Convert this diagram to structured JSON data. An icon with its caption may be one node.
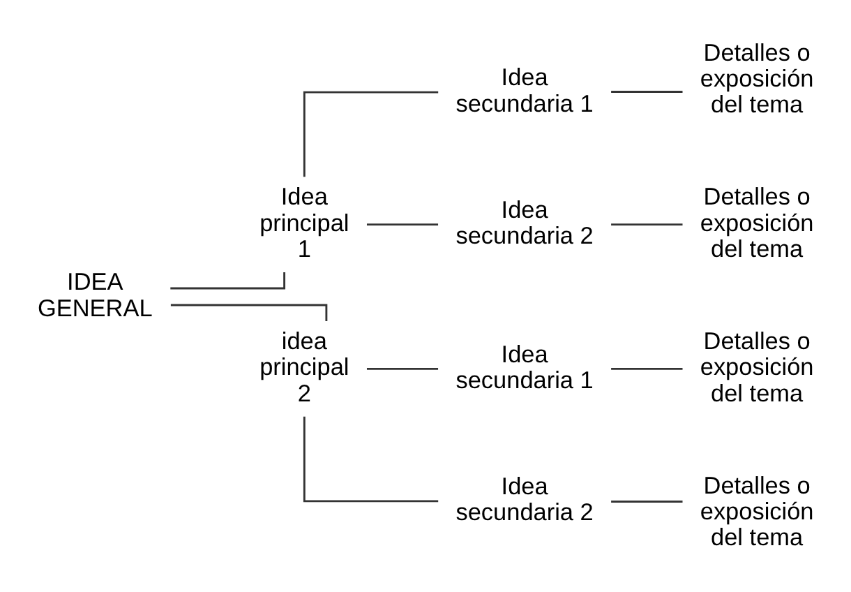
{
  "diagram": {
    "nodes": [
      {
        "text": [
          "IDEA GENERAL"
        ]
      },
      {
        "text": [
          "Idea principal 1"
        ]
      },
      {
        "text": [
          "Idea secundaria 1"
        ]
      },
      {
        "text": [
          "Detalles o exposición del tema"
        ]
      },
      {
        "text": [
          "Idea secundaria 2"
        ]
      },
      {
        "text": [
          "Detalles o exposición del tema"
        ]
      },
      {
        "text": [
          "idea principal 2"
        ]
      },
      {
        "text": [
          "Idea secundaria 1"
        ]
      },
      {
        "text": [
          "Detalles o exposición del tema"
        ]
      },
      {
        "text": [
          "Idea secundaria 2"
        ]
      },
      {
        "text": [
          "Detalles o exposición del tema"
        ]
      }
    ],
    "edges": [
      {
        "from": 0,
        "to": 1,
        "arrow": "none"
      },
      {
        "from": 0,
        "to": 6,
        "arrow": "none"
      },
      {
        "from": 1,
        "to": 2,
        "arrow": "none"
      },
      {
        "from": 1,
        "to": 4,
        "arrow": "none"
      },
      {
        "from": 2,
        "to": 3,
        "arrow": "none"
      },
      {
        "from": 4,
        "to": 5,
        "arrow": "none"
      },
      {
        "from": 6,
        "to": 7,
        "arrow": "none"
      },
      {
        "from": 6,
        "to": 9,
        "arrow": "none"
      },
      {
        "from": 7,
        "to": 8,
        "arrow": "none"
      },
      {
        "from": 9,
        "to": 10,
        "arrow": "none"
      }
    ]
  }
}
